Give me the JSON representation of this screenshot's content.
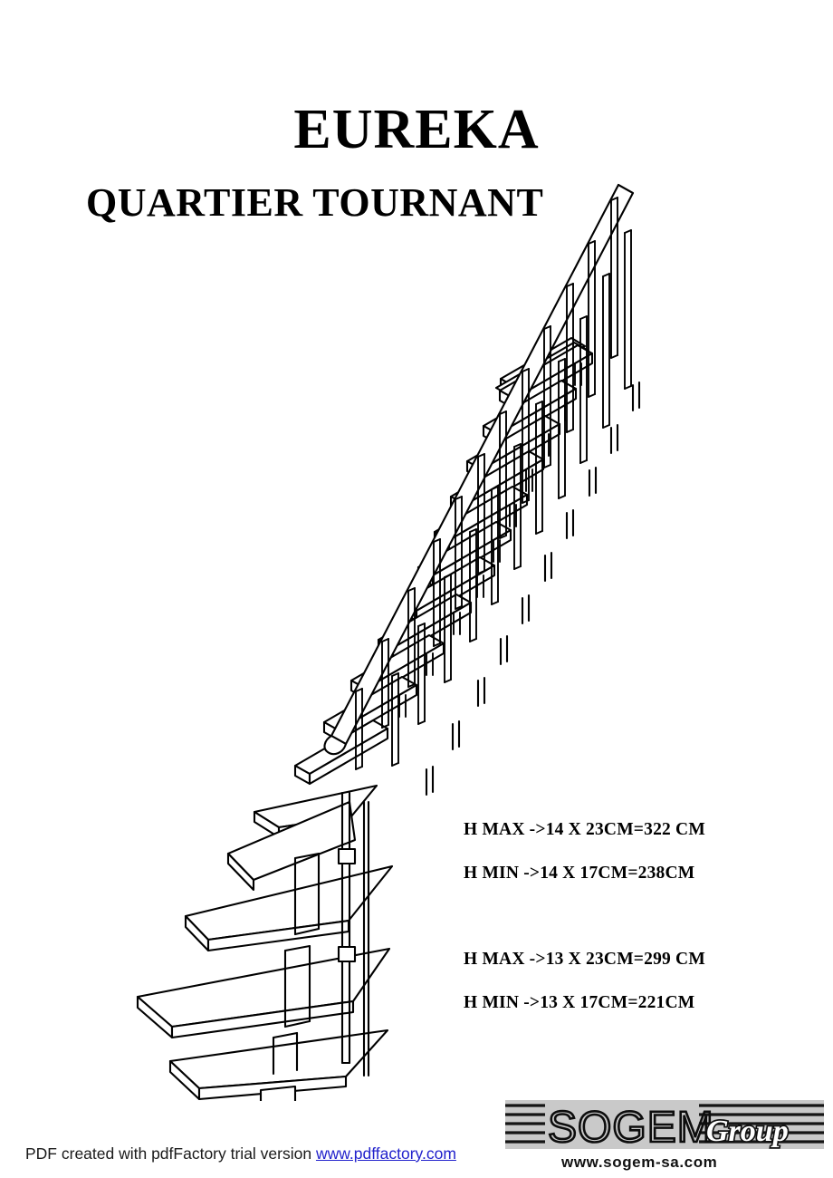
{
  "document": {
    "title": "EUREKA",
    "subtitle": "QUARTIER TOURNANT"
  },
  "specs": {
    "group_a": [
      "H MAX ->14 X 23CM=322 CM",
      "H MIN ->14 X 17CM=238CM"
    ],
    "group_b": [
      "H MAX ->13 X 23CM=299 CM",
      "H MIN ->13 X 17CM=221CM"
    ]
  },
  "footer": {
    "watermark_text": "PDF created with pdfFactory trial version ",
    "watermark_link": "www.pdffactory.com"
  },
  "logo": {
    "brand": "SOGEM",
    "suffix": "Group",
    "website": "www.sogem-sa.com"
  },
  "colors": {
    "ink": "#000000",
    "link": "#2222cc",
    "logo_banner": "#c9c9c9",
    "logo_stripe": "#111111",
    "paper": "#ffffff"
  },
  "drawing": {
    "name": "quarter-turn-staircase-isometric",
    "description": "Isometric line drawing of a quarter-turn staircase with handrail, balusters, straight flight treads and winder treads on a central newel post"
  }
}
